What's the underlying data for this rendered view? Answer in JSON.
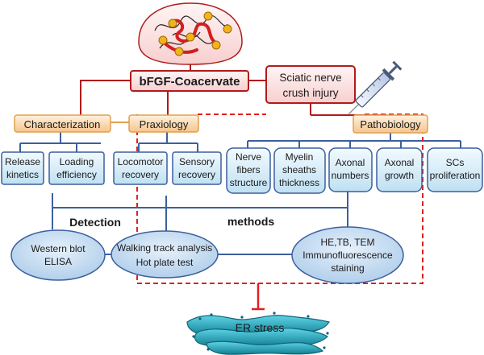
{
  "center": {
    "title": "bFGF-Coacervate"
  },
  "injury": {
    "line1": "Sciatic nerve",
    "line2": "crush injury"
  },
  "categories": {
    "characterization": "Characterization",
    "praxiology": "Praxiology",
    "pathobiology": "Pathobiology"
  },
  "measures": {
    "release": [
      "Release",
      "kinetics"
    ],
    "loading": [
      "Loading",
      "efficiency"
    ],
    "locomotor": [
      "Locomotor",
      "recovery"
    ],
    "sensory": [
      "Sensory",
      "recovery"
    ],
    "nerve_fibers": [
      "Nerve",
      "fibers",
      "structure"
    ],
    "myelin": [
      "Myelin",
      "sheaths",
      "thickness"
    ],
    "axonal_numbers": [
      "Axonal",
      "numbers"
    ],
    "axonal_growth": [
      "Axonal",
      "growth"
    ],
    "scs": [
      "SCs",
      "proliferation"
    ]
  },
  "headings": {
    "detection": "Detection",
    "methods": "methods"
  },
  "methods": {
    "western": [
      "Western blot",
      "ELISA"
    ],
    "walking": [
      "Walking track analysis",
      "Hot plate test"
    ],
    "histology": [
      "HE,TB, TEM",
      "Immunofluorescence",
      "staining"
    ]
  },
  "outcome": {
    "label": "ER stress"
  },
  "colors": {
    "red_line": "#b01b1b",
    "blue_line": "#3c5f9e",
    "orange_line": "#e0a050",
    "dashed_red": "#e02020",
    "pink_box": "#fde3e3",
    "orange_box": "#fbdcb7",
    "blue_box": "#d9eef9",
    "ellipse_blue": "#c6def2",
    "er_teal": "#1aa3b8"
  },
  "icons": [
    "protein-structure-icon",
    "syringe-icon",
    "er-organelle-icon"
  ]
}
